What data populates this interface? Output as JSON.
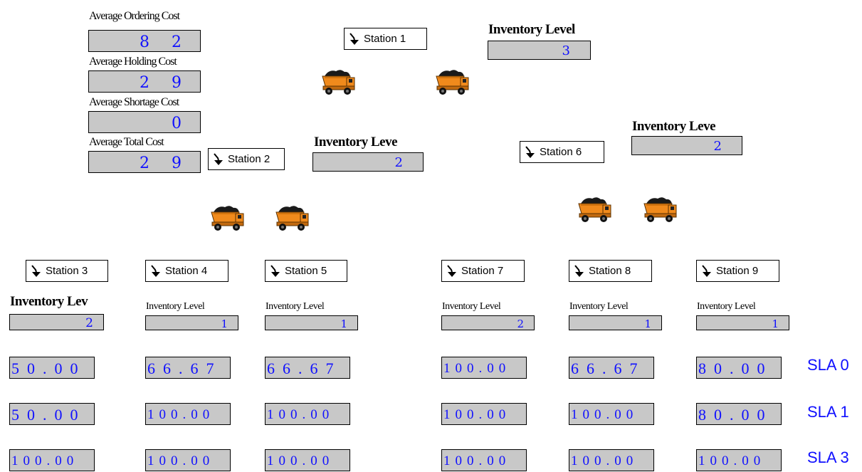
{
  "costs": {
    "ordering": {
      "label": "Average Ordering Cost",
      "value": "8 2"
    },
    "holding": {
      "label": "Average Holding Cost",
      "value": "2 9"
    },
    "shortage": {
      "label": "Average Shortage Cost",
      "value": "0"
    },
    "total": {
      "label": "Average Total Cost",
      "value": "2 9"
    }
  },
  "stations": {
    "s1": {
      "label": "Station 1",
      "inv_label": "Inventory Level",
      "inv_value": "3"
    },
    "s2": {
      "label": "Station 2",
      "inv_label": "Inventory Leve",
      "inv_value": "2"
    },
    "s3": {
      "label": "Station 3",
      "inv_label": "Inventory Lev",
      "inv_value": "2"
    },
    "s4": {
      "label": "Station 4",
      "inv_label": "Inventory Level",
      "inv_value": "1"
    },
    "s5": {
      "label": "Station 5",
      "inv_label": "Inventory Level",
      "inv_value": "1"
    },
    "s6": {
      "label": "Station 6",
      "inv_label": "Inventory Leve",
      "inv_value": "2"
    },
    "s7": {
      "label": "Station 7",
      "inv_label": "Inventory Level",
      "inv_value": "2"
    },
    "s8": {
      "label": "Station 8",
      "inv_label": "Inventory Level",
      "inv_value": "1"
    },
    "s9": {
      "label": "Station 9",
      "inv_label": "Inventory Level",
      "inv_value": "1"
    }
  },
  "sla": {
    "labels": [
      "SLA 0",
      "SLA 1",
      "SLA 3"
    ],
    "rows": [
      [
        "50.00",
        "66.67",
        "66.67",
        "100.00",
        "66.67",
        "80.00"
      ],
      [
        "50.00",
        "100.00",
        "100.00",
        "100.00",
        "100.00",
        "80.00"
      ],
      [
        "100.00",
        "100.00",
        "100.00",
        "100.00",
        "100.00",
        "100.00"
      ]
    ]
  },
  "icons": {
    "truck": "dump-truck-icon",
    "station_arrow": "arrow-down-icon"
  },
  "colors": {
    "value_text": "#1010ff",
    "field_bg": "#c8c8c8",
    "truck_body": "#f08a1c"
  }
}
